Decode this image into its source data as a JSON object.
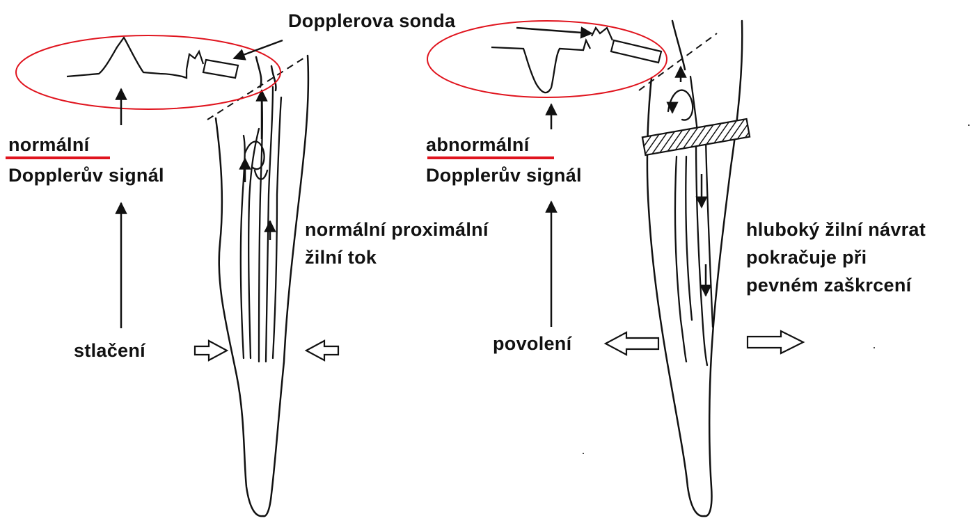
{
  "labels": {
    "probe": "Dopplerova sonda",
    "normal_1": "normální",
    "normal_2": "Dopplerův signál",
    "abnormal_1": "abnormální",
    "abnormal_2": "Dopplerův signál",
    "proximal_1": "normální proximální",
    "proximal_2": "žilní tok",
    "compression": "stlačení",
    "release": "povolení",
    "deep_1": "hluboký žilní návrat",
    "deep_2": "pokračuje při",
    "deep_3": "pevném zaškrcení"
  },
  "colors": {
    "ink": "#111111",
    "highlight": "#e0141e"
  }
}
